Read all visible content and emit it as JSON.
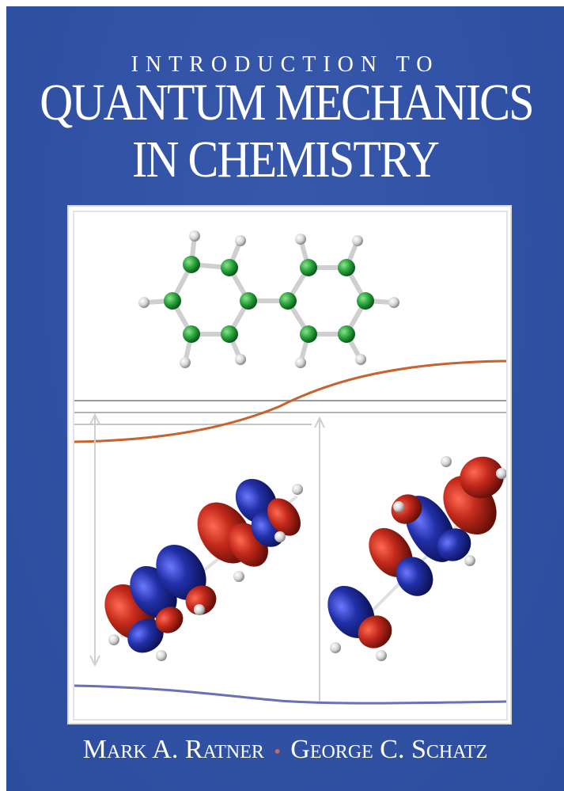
{
  "cover": {
    "background_color": "#2f51a8",
    "kicker": "INTRODUCTION TO",
    "title_line1": "QUANTUM MECHANICS",
    "title_line2": "IN CHEMISTRY",
    "author1": "Mark A. Ratner",
    "author_separator": "•",
    "author2": "George C. Schatz"
  },
  "figure": {
    "molecule": "biphenyl",
    "carbon_color": "#27a33a",
    "hydrogen_color": "#dcdcdc",
    "orbital_positive_color": "#c42a1c",
    "orbital_negative_color": "#2230a8",
    "upper_curve_color": "#c8632e",
    "lower_curve_color": "#6a6fb8"
  }
}
